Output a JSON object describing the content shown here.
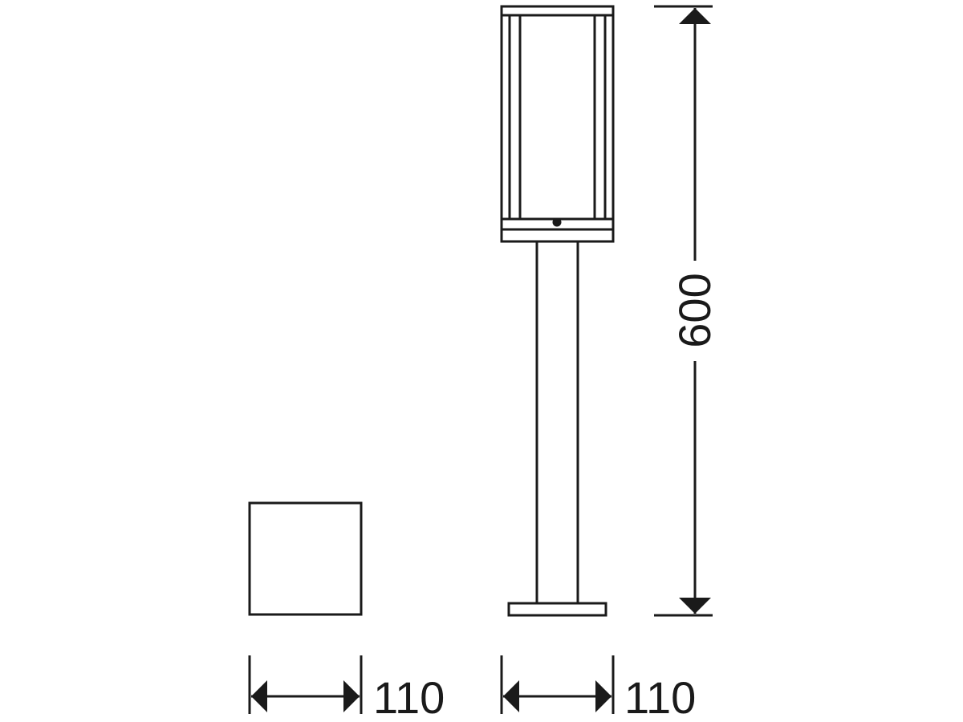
{
  "drawing": {
    "stroke_color": "#1a1a1a",
    "background": "#ffffff",
    "dimensions": {
      "height_label": "600",
      "top_view_width_label": "110",
      "side_view_width_label": "110"
    }
  }
}
